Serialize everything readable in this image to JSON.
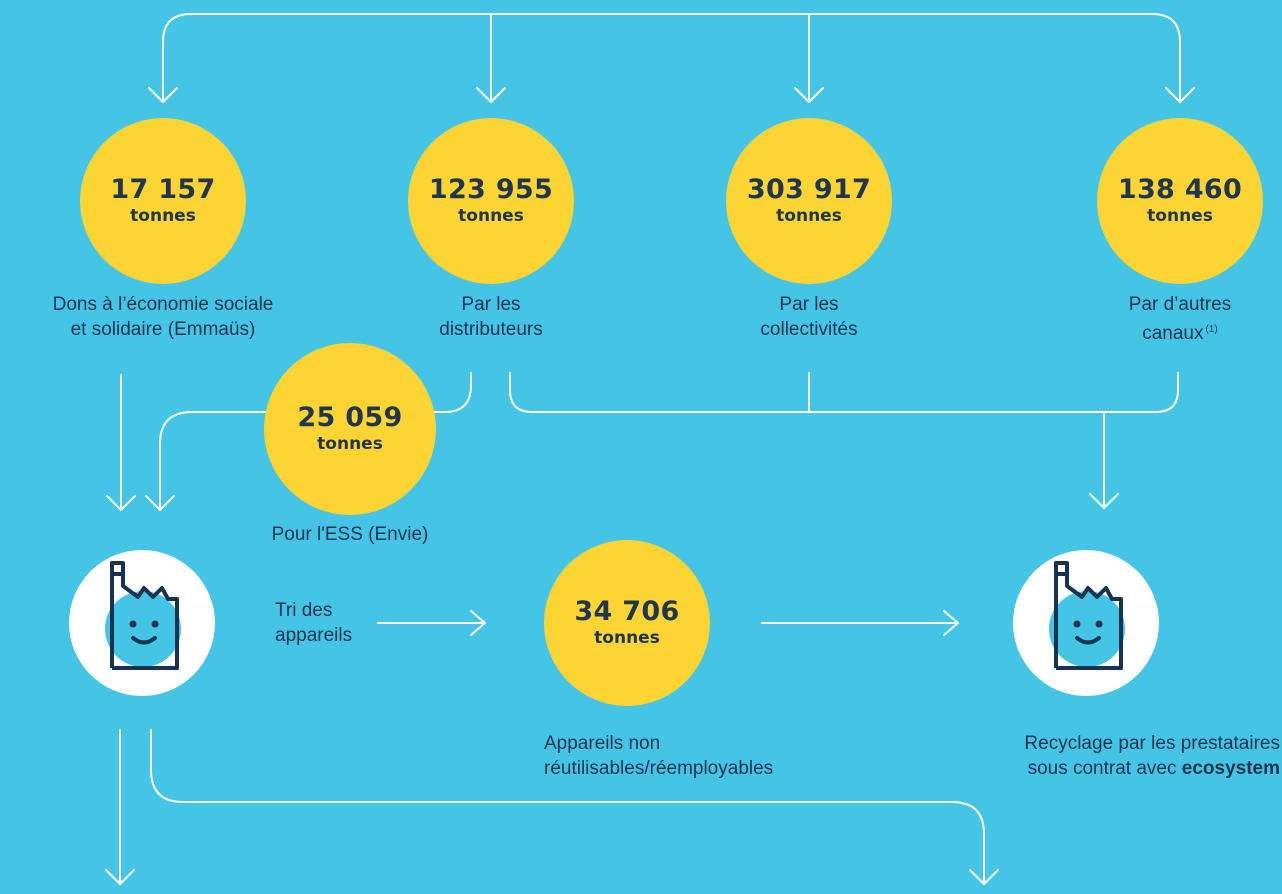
{
  "sources": [
    {
      "id": "ess",
      "amount": "17 157",
      "unit": "tonnes",
      "label_lines": [
        "Dons à l’économie sociale",
        "et solidaire (Emmaüs)"
      ]
    },
    {
      "id": "distributeurs",
      "amount": "123 955",
      "unit": "tonnes",
      "label_lines": [
        "Par les",
        "distributeurs"
      ]
    },
    {
      "id": "collectivites",
      "amount": "303 917",
      "unit": "tonnes",
      "label_lines": [
        "Par les",
        "collectivités"
      ]
    },
    {
      "id": "autres",
      "amount": "138 460",
      "unit": "tonnes",
      "label_lines": [
        "Par d’autres",
        "canaux"
      ],
      "footnote": "(1)"
    }
  ],
  "envie": {
    "amount": "25 059",
    "unit": "tonnes",
    "label": "Pour l'ESS (Envie)"
  },
  "tri": {
    "label_lines": [
      "Tri des",
      "appareils"
    ]
  },
  "non_reutilisables": {
    "amount": "34 706",
    "unit": "tonnes",
    "label_lines": [
      "Appareils non",
      "réutilisables/réemployables"
    ]
  },
  "recyclage": {
    "label_line1": "Recyclage par les prestataires",
    "label_line2_prefix": "sous contrat avec ",
    "label_line2_brand": "ecosystem"
  },
  "icons": {
    "sorting_center": "factory-smiley-icon",
    "recycling_center": "factory-smiley-icon"
  },
  "colors": {
    "background": "#45c5e6",
    "circle": "#fcd434",
    "text": "#173350",
    "line": "#ffffff"
  }
}
